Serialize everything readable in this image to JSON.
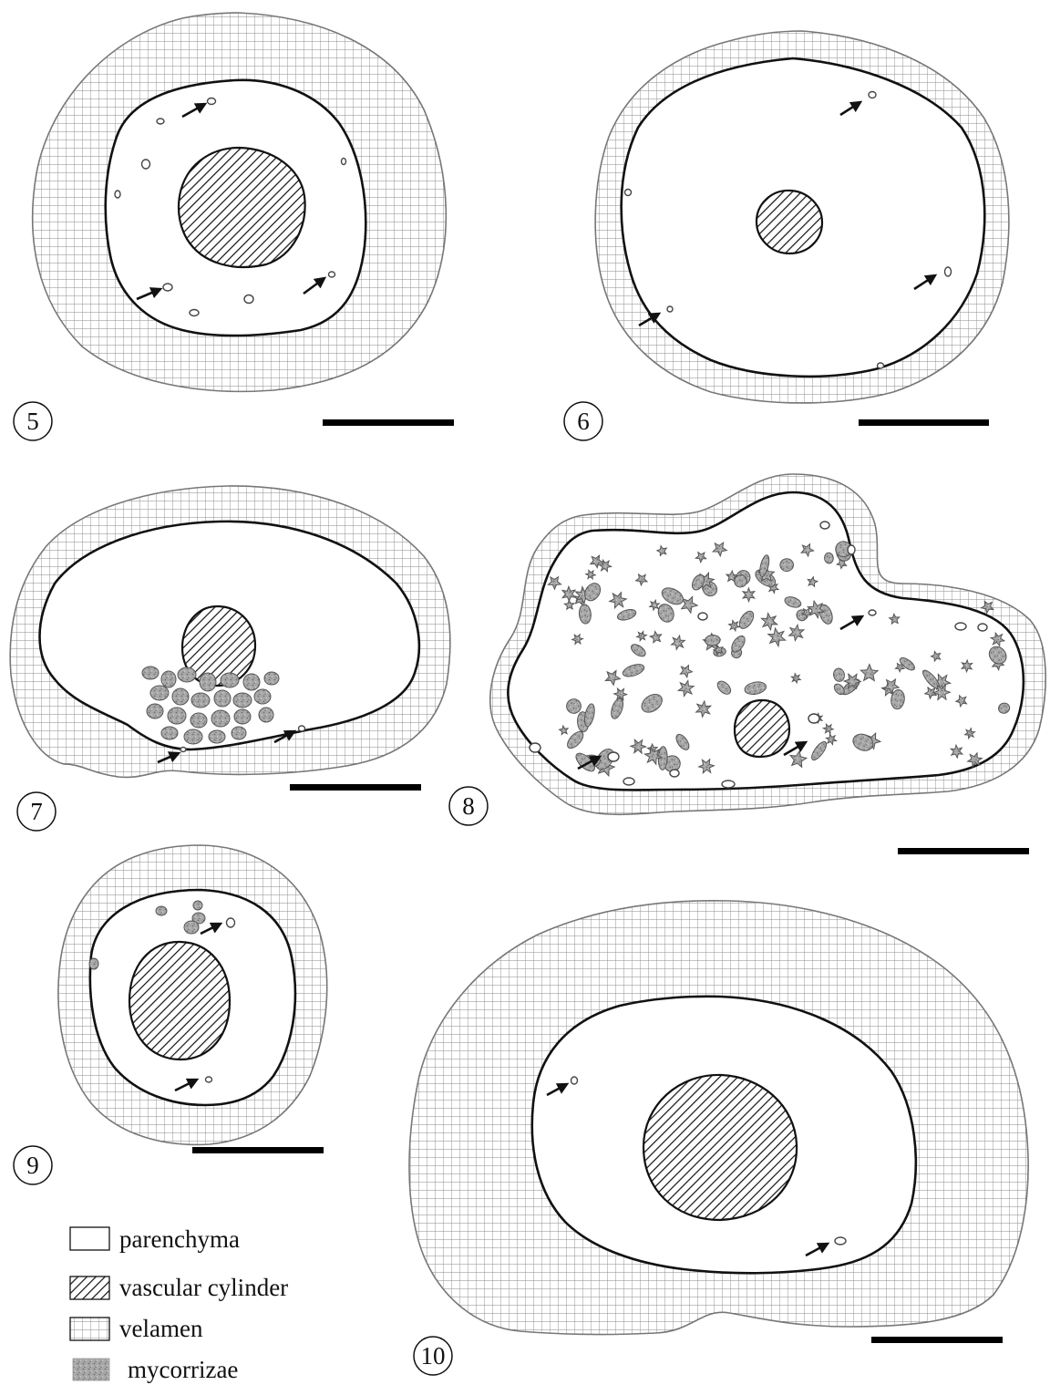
{
  "panels": [
    {
      "number": "5"
    },
    {
      "number": "6"
    },
    {
      "number": "7"
    },
    {
      "number": "8"
    },
    {
      "number": "9"
    },
    {
      "number": "10"
    }
  ],
  "legend": {
    "items": [
      {
        "label": "parenchyma",
        "swatch": "plain"
      },
      {
        "label": "vascular cylinder",
        "swatch": "hatch"
      },
      {
        "label": "velamen",
        "swatch": "grid"
      },
      {
        "label": "mycorrizae",
        "swatch": "stipple"
      }
    ]
  },
  "colors": {
    "outline": "#111111",
    "velamen_grid": "#8a8a8a",
    "mycorrhizae_fill": "#a8a8a8",
    "background": "#ffffff"
  }
}
